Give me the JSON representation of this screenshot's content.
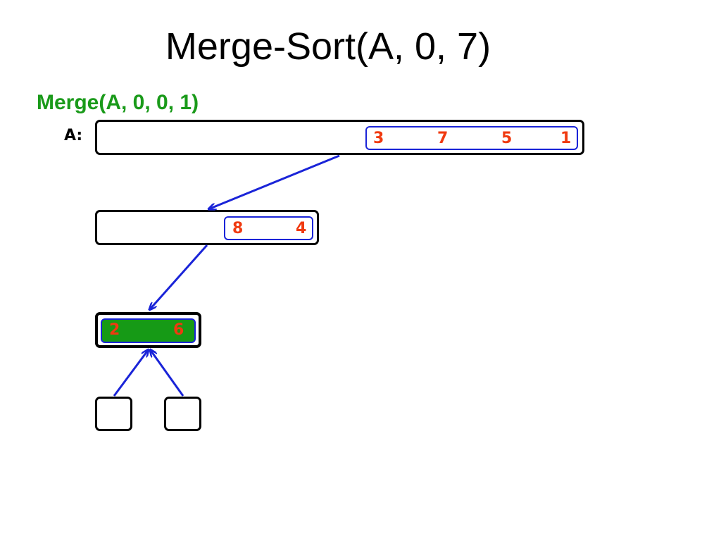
{
  "title": "Merge-Sort(A, 0, 7)",
  "subtitle": "Merge(A, 0, 0, 1)",
  "array_label": "A:",
  "level1": {
    "values": [
      "3",
      "7",
      "5",
      "1"
    ]
  },
  "level2": {
    "values": [
      "8",
      "4"
    ]
  },
  "level3": {
    "values": [
      "2",
      "6"
    ]
  },
  "colors": {
    "subtitle": "#1a9a1a",
    "arrow": "#1a24d8",
    "value_text": "#f03a10",
    "merged_fill": "#169a16"
  }
}
